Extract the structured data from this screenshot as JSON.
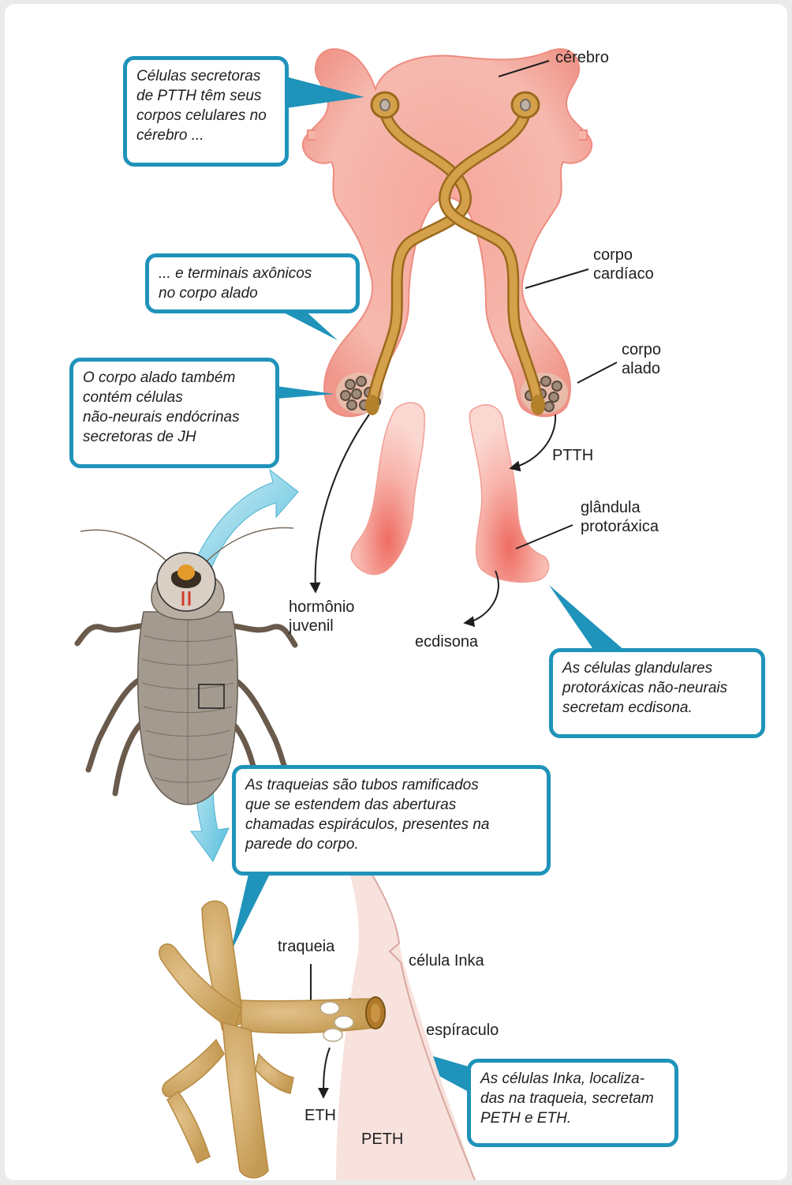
{
  "colors": {
    "callout_border": "#1f93ba",
    "brain_fill": "#f6b5ab",
    "brain_core": "#ef7a6d",
    "neuron": "#c8902f",
    "trachea": "#c9a15a",
    "body_wall": "#f7ddd8"
  },
  "icons": {
    "arrow": "curved-arrow-icon",
    "transition": "blue-transition-arrow-icon"
  },
  "callouts": {
    "ptth_cells": "Células secretoras\nde PTTH têm seus\ncorpos celulares no\ncérebro ...",
    "axon_terminals": "... e terminais axônicos\nno corpo alado",
    "corpus_allatum": "O corpo alado também\ncontém células\nnão-neurais endócrinas\nsecretoras de JH",
    "prothoracic": "As células glandulares\nprotoráxicas não-neurais\nsecretam ecdisona.",
    "tracheae": "As traqueias são tubos ramificados\nque se estendem das aberturas\nchamadas espiráculos, presentes na\nparede do corpo.",
    "inka": "As células Inka, localiza-\ndas na traqueia, secretam\nPETH e ETH."
  },
  "labels": {
    "brain": "cérebro",
    "corpus_cardiacum": "corpo\ncardíaco",
    "corpus_allatum": "corpo\nalado",
    "ptth": "PTTH",
    "prothoracic_gland": "glândula\nprotoráxica",
    "juvenile_hormone": "hormônio\njuvenil",
    "ecdysone": "ecdisona",
    "trachea": "traqueia",
    "inka_cell": "célula Inka",
    "spiracle": "espíraculo",
    "eth": "ETH",
    "peth": "PETH"
  }
}
